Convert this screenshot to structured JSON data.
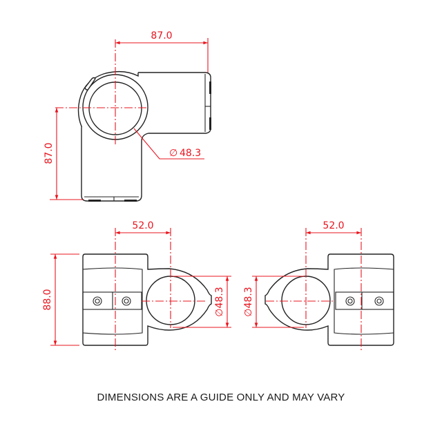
{
  "drawing": {
    "type": "technical-drawing",
    "subject": "2-way 90 degree pipe clamp fitting",
    "accent_color": "#e8141e",
    "line_color": "#222222"
  },
  "views": {
    "top": {
      "dim_horizontal": "87.0",
      "dim_vertical": "87.0",
      "dim_diameter": "48.3",
      "diameter_symbol": "∅"
    },
    "front_left": {
      "dim_horizontal": "52.0",
      "dim_height": "88.0",
      "dim_diameter": "48.3",
      "diameter_symbol": "∅"
    },
    "front_right": {
      "dim_horizontal": "52.0",
      "dim_diameter": "48.3",
      "diameter_symbol": "∅"
    }
  },
  "caption": "DIMENSIONS ARE A GUIDE ONLY AND MAY VARY"
}
